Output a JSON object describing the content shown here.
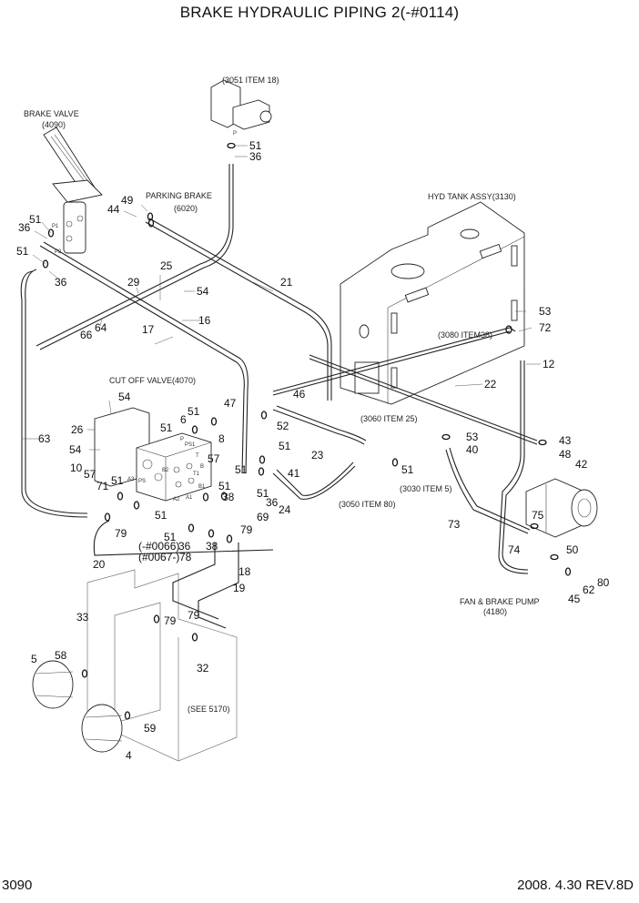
{
  "header": {
    "title": "BRAKE HYDRAULIC PIPING 2(-#0114)"
  },
  "footer": {
    "page_number": "3090",
    "revision": "2008. 4.30  REV.8D"
  },
  "references": {
    "brake_valve": "BRAKE VALVE",
    "brake_valve_no": "(4090)",
    "item_3051": "(3051 ITEM 18)",
    "parking_brake": "PARKING BRAKE",
    "parking_brake_no": "(6020)",
    "hyd_tank": "HYD TANK ASSY(3130)",
    "item_3080": "(3080 ITEM38)",
    "cut_off_valve": "CUT OFF VALVE(4070)",
    "item_3060": "(3060 ITEM 25)",
    "item_3050": "(3050  ITEM 80)",
    "item_3030": "(3030  ITEM 5)",
    "pump": "FAN & BRAKE PUMP",
    "pump_no": "(4180)",
    "see_5170": "(SEE 5170)",
    "serial_a": "(-#0066)",
    "serial_b": "(#0067-)"
  },
  "port_labels": [
    "P",
    "P1",
    "P2",
    "P",
    "PS1",
    "T",
    "B",
    "B2",
    "T1",
    "B1",
    "A3",
    "PS",
    "A2",
    "A1"
  ],
  "callouts": [
    {
      "id": "c51a",
      "text": "51"
    },
    {
      "id": "c36a",
      "text": "36"
    },
    {
      "id": "c49",
      "text": "49"
    },
    {
      "id": "c44",
      "text": "44"
    },
    {
      "id": "c51b",
      "text": "51"
    },
    {
      "id": "c36b",
      "text": "36"
    },
    {
      "id": "c51c",
      "text": "51"
    },
    {
      "id": "c36c",
      "text": "36"
    },
    {
      "id": "c25",
      "text": "25"
    },
    {
      "id": "c29",
      "text": "29"
    },
    {
      "id": "c54a",
      "text": "54"
    },
    {
      "id": "c21",
      "text": "21"
    },
    {
      "id": "c16",
      "text": "16"
    },
    {
      "id": "c17",
      "text": "17"
    },
    {
      "id": "c64",
      "text": "64"
    },
    {
      "id": "c66",
      "text": "66"
    },
    {
      "id": "c53a",
      "text": "53"
    },
    {
      "id": "c72",
      "text": "72"
    },
    {
      "id": "c12",
      "text": "12"
    },
    {
      "id": "c22",
      "text": "22"
    },
    {
      "id": "c63",
      "text": "63"
    },
    {
      "id": "c54b",
      "text": "54"
    },
    {
      "id": "c26",
      "text": "26"
    },
    {
      "id": "c54c",
      "text": "54"
    },
    {
      "id": "c47",
      "text": "47"
    },
    {
      "id": "c51d",
      "text": "51"
    },
    {
      "id": "c6",
      "text": "6"
    },
    {
      "id": "c51e",
      "text": "51"
    },
    {
      "id": "c8",
      "text": "8"
    },
    {
      "id": "c57a",
      "text": "57"
    },
    {
      "id": "c46",
      "text": "46"
    },
    {
      "id": "c52",
      "text": "52"
    },
    {
      "id": "c10",
      "text": "10"
    },
    {
      "id": "c57b",
      "text": "57"
    },
    {
      "id": "c71",
      "text": "71"
    },
    {
      "id": "c51f",
      "text": "51"
    },
    {
      "id": "c51g",
      "text": "51"
    },
    {
      "id": "c51h",
      "text": "51"
    },
    {
      "id": "c38a",
      "text": "38"
    },
    {
      "id": "c51i",
      "text": "51"
    },
    {
      "id": "c69",
      "text": "69"
    },
    {
      "id": "c51j",
      "text": "51"
    },
    {
      "id": "c41",
      "text": "41"
    },
    {
      "id": "c51k",
      "text": "51"
    },
    {
      "id": "c36d",
      "text": "36"
    },
    {
      "id": "c24",
      "text": "24"
    },
    {
      "id": "c23",
      "text": "23"
    },
    {
      "id": "c51l",
      "text": "51"
    },
    {
      "id": "c53b",
      "text": "53"
    },
    {
      "id": "c40",
      "text": "40"
    },
    {
      "id": "c43",
      "text": "43"
    },
    {
      "id": "c48",
      "text": "48"
    },
    {
      "id": "c42",
      "text": "42"
    },
    {
      "id": "c73",
      "text": "73"
    },
    {
      "id": "c75",
      "text": "75"
    },
    {
      "id": "c74",
      "text": "74"
    },
    {
      "id": "c50",
      "text": "50"
    },
    {
      "id": "c62",
      "text": "62"
    },
    {
      "id": "c80",
      "text": "80"
    },
    {
      "id": "c45",
      "text": "45"
    },
    {
      "id": "c79a",
      "text": "79"
    },
    {
      "id": "c51m",
      "text": "51"
    },
    {
      "id": "c36e",
      "text": "36"
    },
    {
      "id": "c38b",
      "text": "38"
    },
    {
      "id": "c79b",
      "text": "79"
    },
    {
      "id": "c78",
      "text": "78"
    },
    {
      "id": "c20",
      "text": "20"
    },
    {
      "id": "c18",
      "text": "18"
    },
    {
      "id": "c19",
      "text": "19"
    },
    {
      "id": "c79c",
      "text": "79"
    },
    {
      "id": "c79d",
      "text": "79"
    },
    {
      "id": "c33",
      "text": "33"
    },
    {
      "id": "c5",
      "text": "5"
    },
    {
      "id": "c58",
      "text": "58"
    },
    {
      "id": "c32",
      "text": "32"
    },
    {
      "id": "c59",
      "text": "59"
    },
    {
      "id": "c4",
      "text": "4"
    }
  ]
}
